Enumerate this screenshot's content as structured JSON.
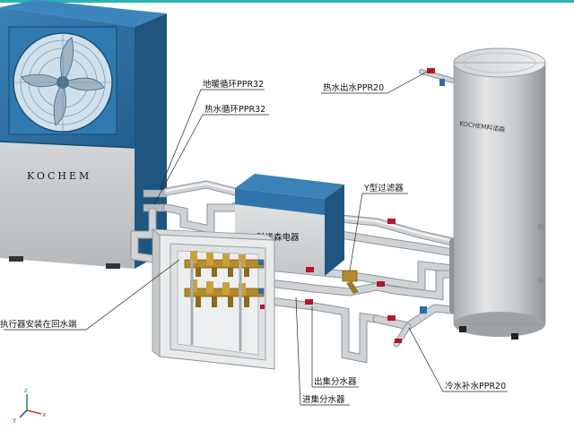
{
  "labels": {
    "floor_heating_loop": "地暖循环PPR32",
    "hot_water_loop": "热水循环PPR32",
    "hot_water_outlet": "热水出水PPR20",
    "y_strainer": "Y型过滤器",
    "actuator_note": "执行器安装在回水端",
    "supply_manifold": "出集分水器",
    "return_manifold": "进集分水器",
    "cold_water_makeup": "冷水补水PPR20"
  },
  "brand": {
    "heat_pump": "KOCHEM",
    "tank": "KOCHEM科诺森",
    "controller": "科诺森电器"
  },
  "axis": {
    "z": "z",
    "y": "Y",
    "x": "x"
  },
  "colors": {
    "unit_blue": "#2a6fa3",
    "unit_blue_dark": "#1f557f",
    "panel_gray": "#c9ccce",
    "tank_silver": "#c8cbcd",
    "pipe_white": "#e6e9eb",
    "valve_red": "#b0192a",
    "brass": "#b48a2a",
    "top_border": "#2bb3b3"
  }
}
